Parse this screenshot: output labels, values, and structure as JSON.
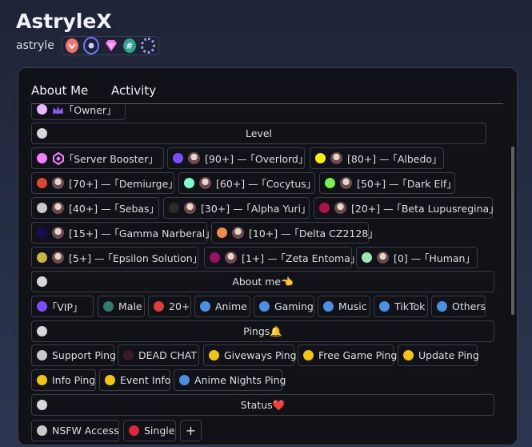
{
  "profile": {
    "display_name": "AstryleX",
    "username": "astryle",
    "badges": [
      {
        "icon": "heart-badge-icon",
        "color": "#f47067"
      },
      {
        "icon": "hypesquad-icon",
        "color": "#6b7dff"
      },
      {
        "icon": "nitro-gem-icon",
        "color": "#ff73fa"
      },
      {
        "icon": "hashtag-icon",
        "glyph": "#",
        "color": "#2aa58f"
      },
      {
        "icon": "ring-icon",
        "color": "#8ea1ff"
      }
    ]
  },
  "tabs": [
    "About Me",
    "Activity"
  ],
  "roles": {
    "owner": {
      "label": "｢Owner｣",
      "color": "#e9b6ff"
    },
    "level_header": "Level",
    "level_roles": [
      {
        "label": "｢Server Booster｣",
        "color": "#f47fff"
      },
      {
        "label": "[90+] — ｢Overlord｣",
        "color": "#7b4dff"
      },
      {
        "label": "[80+] — ｢Albedo｣",
        "color": "#fff000"
      },
      {
        "label": "[70+] — ｢Demiurge｣",
        "color": "#e0472f"
      },
      {
        "label": "[60+] — ｢Cocytus｣",
        "color": "#7dffd1"
      },
      {
        "label": "[50+] — ｢Dark Elf｣",
        "color": "#77f24d"
      },
      {
        "label": "[40+] — ｢Sebas｣",
        "color": "#c9c9c9"
      },
      {
        "label": "[30+] — ｢Alpha Yuri｣",
        "color": "#2b2b2b"
      },
      {
        "label": "[20+] — ｢Beta Lupusregina｣",
        "color": "#b0104b"
      },
      {
        "label": "[15+] — ｢Gamma Narberal｣",
        "color": "#1b0a5a"
      },
      {
        "label": "[10+] — ｢Delta CZ2128｣",
        "color": "#f08a4b"
      },
      {
        "label": "[5+] — ｢Epsilon Solution｣",
        "color": "#c9b83b"
      },
      {
        "label": "[1+] — ｢Zeta Entoma｣",
        "color": "#9e0e6b"
      },
      {
        "label": "[0] — ｢Human｣",
        "color": "#9ee8b0"
      }
    ],
    "about_header": "About me👈",
    "about_roles": [
      {
        "label": "｢VIP｣",
        "color": "#7b4dff"
      },
      {
        "label": "Male",
        "color": "#2e7d6b"
      },
      {
        "label": "20+",
        "color": "#e03c3c"
      },
      {
        "label": "Anime",
        "color": "#4a90e2"
      },
      {
        "label": "Gaming",
        "color": "#4a90e2"
      },
      {
        "label": "Music",
        "color": "#4a90e2"
      },
      {
        "label": "TikTok",
        "color": "#4a90e2"
      },
      {
        "label": "Others",
        "color": "#4a90e2"
      }
    ],
    "pings_header": "Pings🔔",
    "ping_roles": [
      {
        "label": "Support Ping",
        "color": "#c9c9c9"
      },
      {
        "label": "DEAD CHAT",
        "color": "#3a1a24"
      },
      {
        "label": "Giveways Ping",
        "color": "#f1c40f"
      },
      {
        "label": "Free Game Ping",
        "color": "#f1c40f"
      },
      {
        "label": "Update Ping",
        "color": "#f1c40f"
      },
      {
        "label": "Info Ping",
        "color": "#f1c40f"
      },
      {
        "label": "Event Info",
        "color": "#f1c40f"
      },
      {
        "label": "Anime Nights Ping",
        "color": "#4a90e2"
      }
    ],
    "status_header": "Status❤️",
    "status_roles": [
      {
        "label": "NSFW Access",
        "color": "#c9c9c9"
      },
      {
        "label": "Single",
        "color": "#e0243c"
      }
    ],
    "add_role_label": "+"
  }
}
